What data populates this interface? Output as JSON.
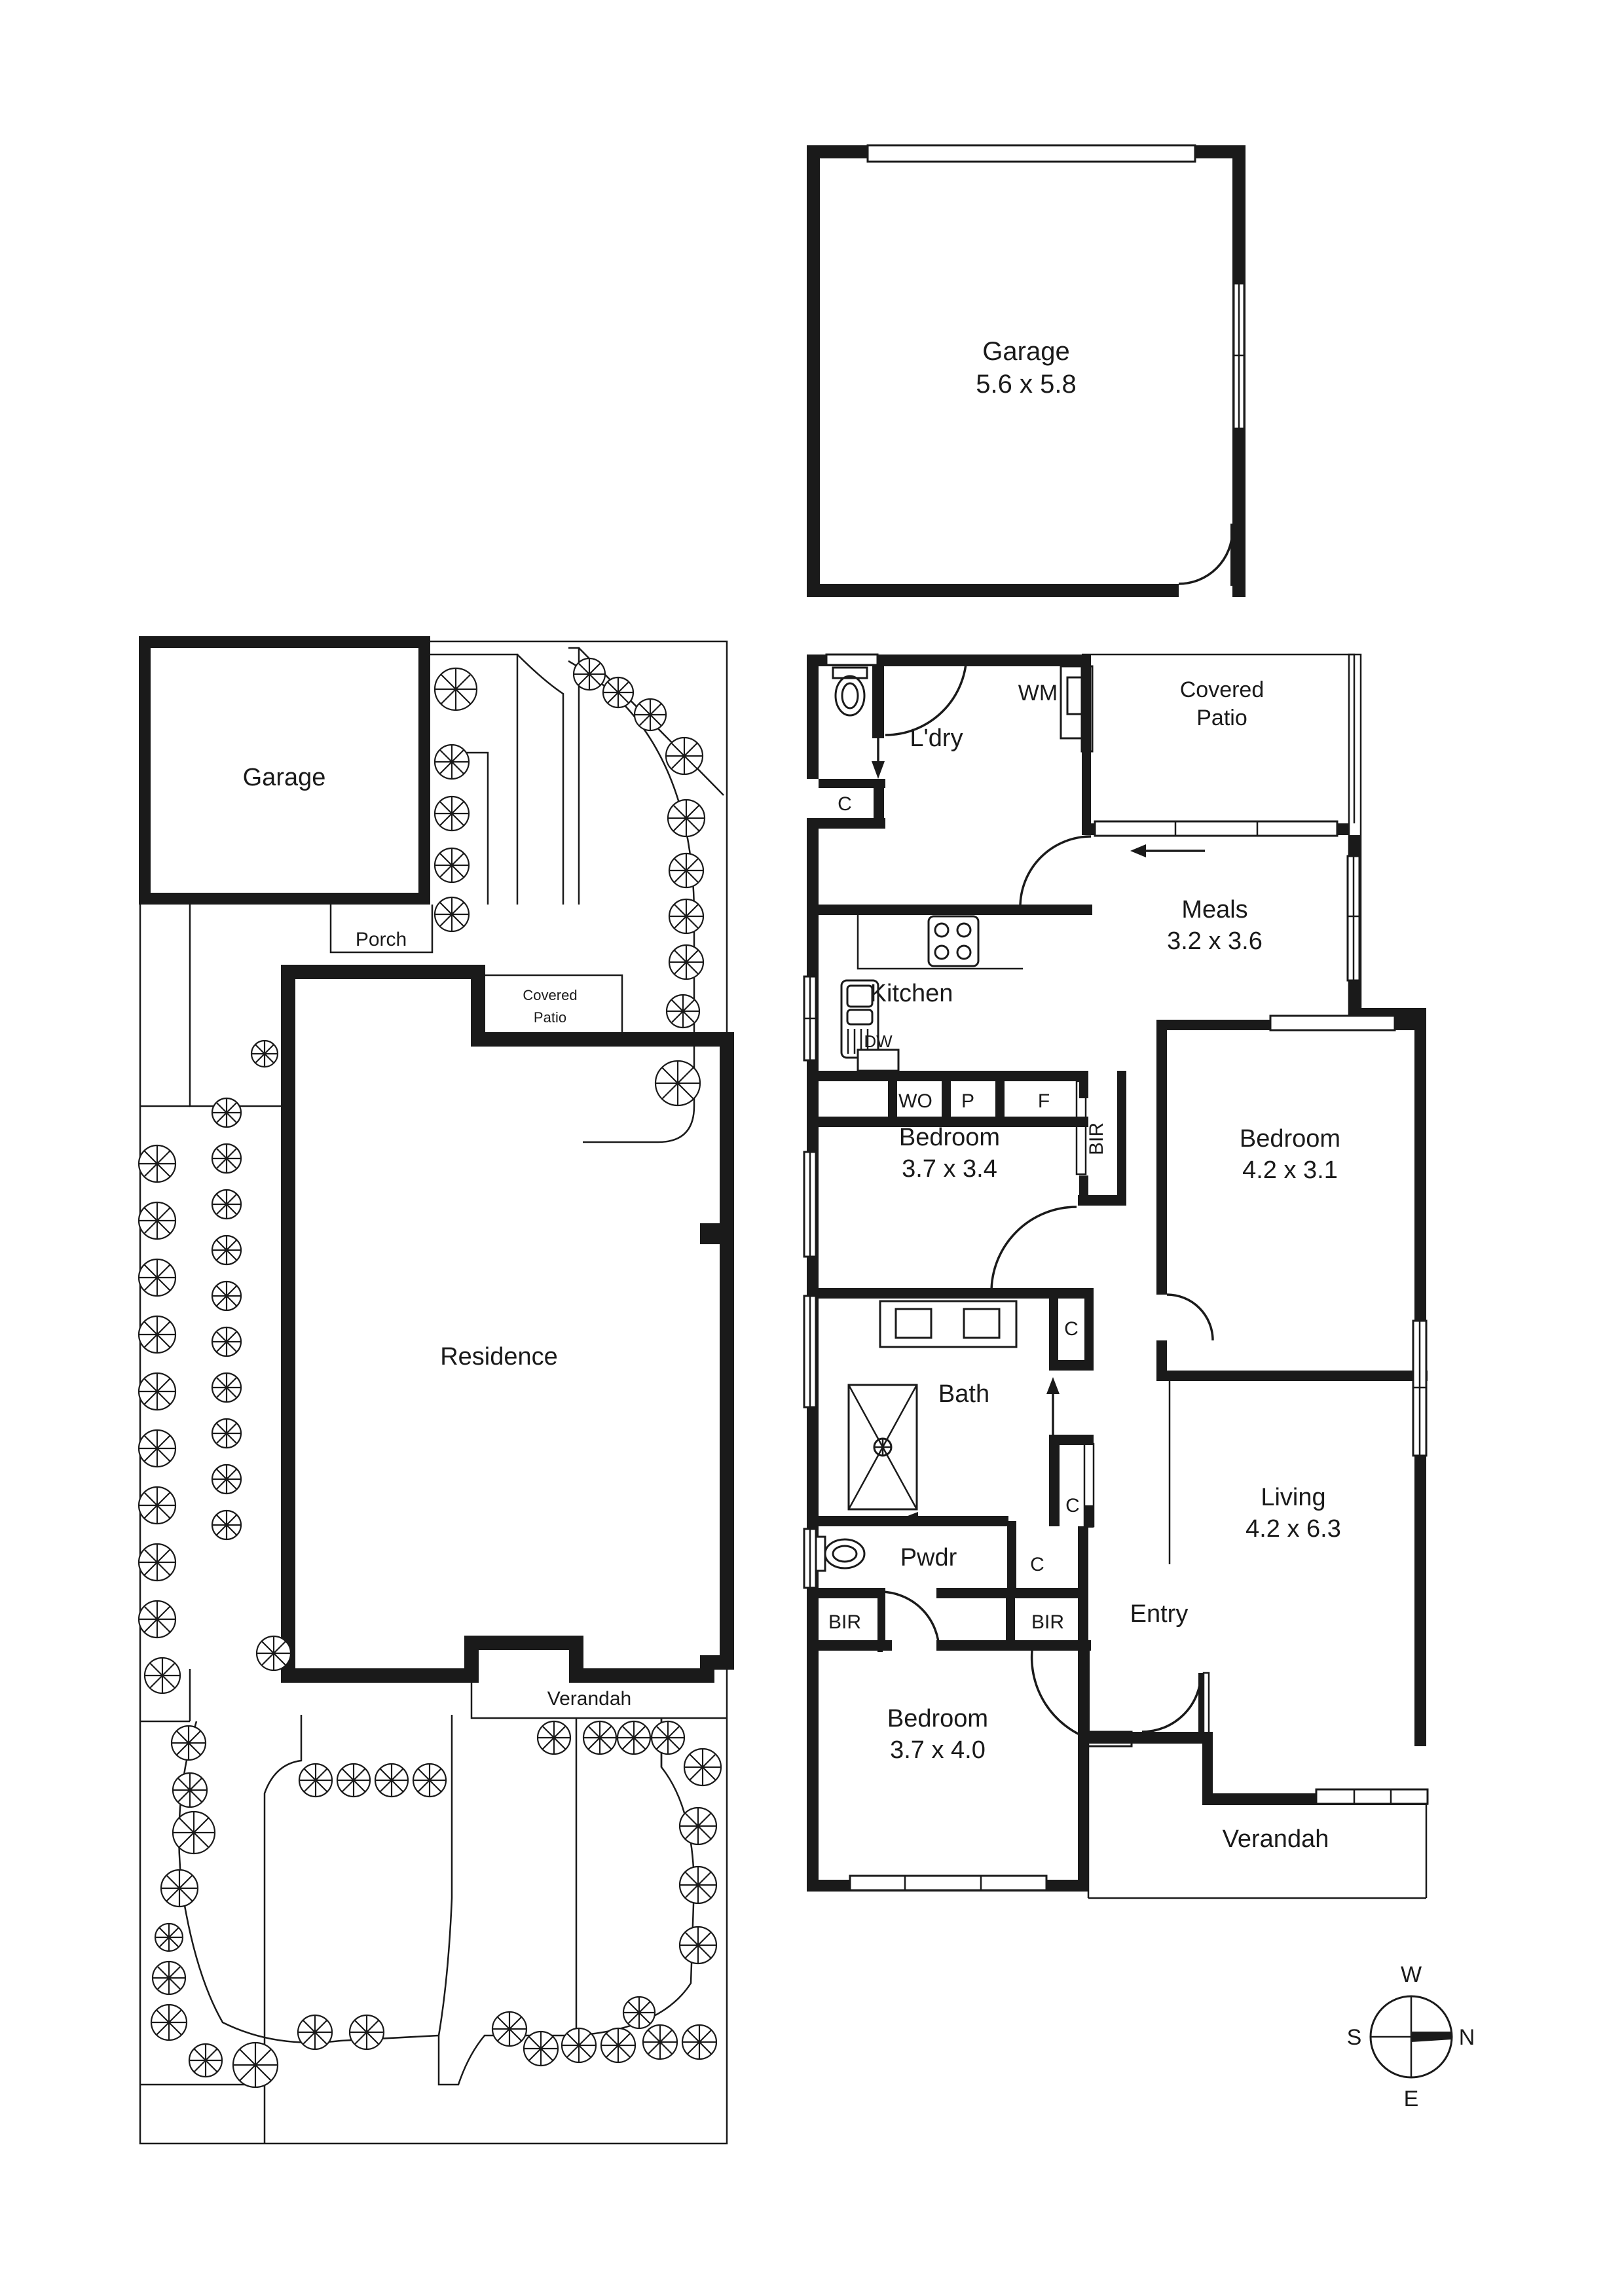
{
  "document": {
    "type": "residential-floor-plan",
    "sheet_width": 2480,
    "sheet_height": 3508,
    "background_color": "#ffffff",
    "line_color": "#1a1a1a"
  },
  "detached_garage_plan": {
    "name": "Garage",
    "dimensions": "5.6 x 5.8"
  },
  "site_plan": {
    "garage_label": "Garage",
    "porch_label": "Porch",
    "covered_patio_label_line1": "Covered",
    "covered_patio_label_line2": "Patio",
    "residence_label": "Residence",
    "verandah_label": "Verandah"
  },
  "floor_plan": {
    "rooms": [
      {
        "name": "L'dry",
        "dimensions": ""
      },
      {
        "name": "Kitchen",
        "dimensions": ""
      },
      {
        "name": "Meals",
        "dimensions": "3.2 x 3.6"
      },
      {
        "name": "Bedroom",
        "dimensions": "3.7 x 3.4"
      },
      {
        "name": "Bedroom",
        "dimensions": "4.2 x 3.1"
      },
      {
        "name": "Bath",
        "dimensions": ""
      },
      {
        "name": "Pwdr",
        "dimensions": ""
      },
      {
        "name": "Living",
        "dimensions": "4.2 x 6.3"
      },
      {
        "name": "Bedroom",
        "dimensions": "3.7 x 4.0"
      },
      {
        "name": "Entry",
        "dimensions": ""
      },
      {
        "name": "Verandah",
        "dimensions": ""
      }
    ],
    "covered_patio_line1": "Covered",
    "covered_patio_line2": "Patio",
    "labels": {
      "washing_machine": "WM",
      "dishwasher": "DW",
      "wall_oven": "WO",
      "pantry": "P",
      "fridge": "F",
      "cupboard": "C",
      "built_in_robe": "BIR"
    },
    "cupboards": [
      "C",
      "C",
      "C",
      "C"
    ],
    "robes": [
      "BIR",
      "BIR",
      "BIR"
    ]
  },
  "compass": {
    "north": "N",
    "south": "S",
    "east": "E",
    "west": "W"
  }
}
